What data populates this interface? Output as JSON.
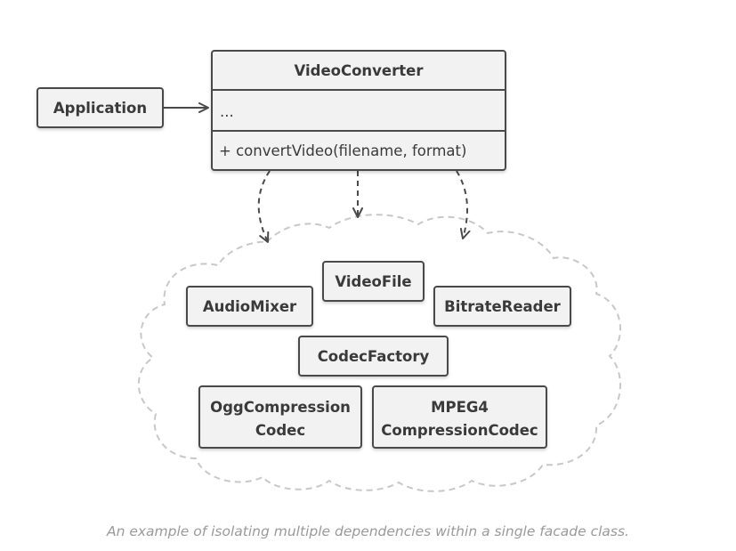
{
  "diagram": {
    "application": {
      "label": "Application"
    },
    "video_converter": {
      "title": "VideoConverter",
      "fields": "...",
      "method": "+ convertVideo(filename, format)"
    },
    "subsystem": {
      "classes": {
        "video_file": "VideoFile",
        "audio_mixer": "AudioMixer",
        "bitrate_reader": "BitrateReader",
        "codec_factory": "CodecFactory",
        "ogg_codec": [
          "OggCompression",
          "Codec"
        ],
        "mpeg4_codec": [
          "MPEG4",
          "CompressionCodec"
        ]
      }
    },
    "colors": {
      "box_fill": "#f2f2f2",
      "box_stroke": "#4a4a4a",
      "cloud_stroke": "#c8c8c8",
      "arrow": "#4a4a4a"
    }
  },
  "caption": "An example of isolating multiple dependencies within a single facade class."
}
